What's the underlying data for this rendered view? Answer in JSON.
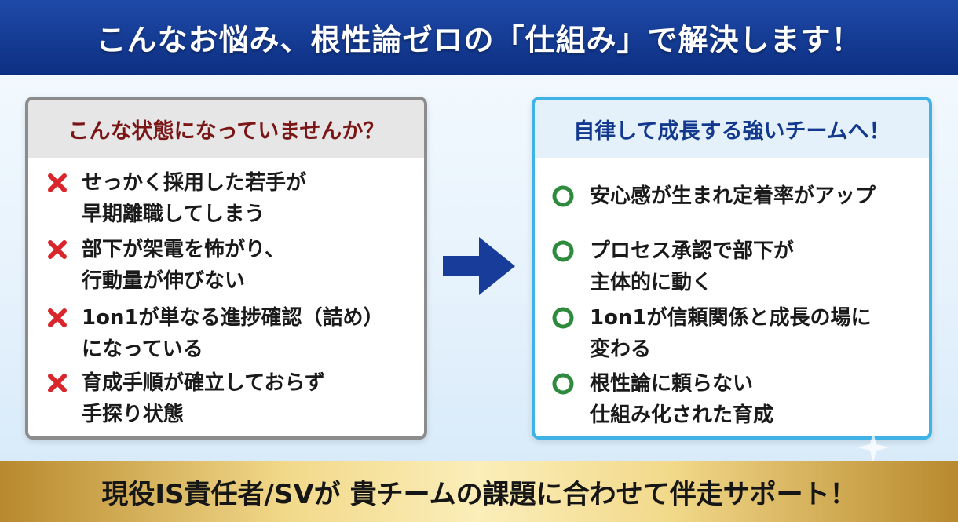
{
  "header": {
    "title": "こんなお悩み、根性論ゼロの「仕組み」で解決します！"
  },
  "left_panel": {
    "heading": "こんな状態になっていませんか？",
    "items": [
      {
        "icon": "cross-icon",
        "text": "せっかく採用した若手が\n早期離職してしまう"
      },
      {
        "icon": "cross-icon",
        "text": "部下が架電を怖がり、\n行動量が伸びない"
      },
      {
        "icon": "cross-icon",
        "text": "1on1が単なる進捗確認（詰め）\nになっている"
      },
      {
        "icon": "cross-icon",
        "text": "育成手順が確立しておらず\n手探り状態"
      }
    ]
  },
  "right_panel": {
    "heading": "自律して成長する強いチームへ！",
    "items": [
      {
        "icon": "circle-icon",
        "text": "安心感が生まれ定着率がアップ"
      },
      {
        "icon": "circle-icon",
        "text": "プロセス承認で部下が\n主体的に動く"
      },
      {
        "icon": "circle-icon",
        "text": "1on1が信頼関係と成長の場に\n変わる"
      },
      {
        "icon": "circle-icon",
        "text": "根性論に頼らない\n仕組み化された育成"
      }
    ]
  },
  "arrow": {
    "icon": "arrow-right-icon"
  },
  "footer": {
    "text": "現役IS責任者/SVが 貴チームの課題に合わせて伴走サポート！"
  },
  "colors": {
    "header_bg": "#0c2f82",
    "left_heading": "#7a1616",
    "right_heading": "#13398f",
    "cross": "#d8262c",
    "circle": "#2e8a3c",
    "right_border": "#3fb2e6",
    "left_border": "#8c8c8c",
    "arrow": "#173c9a",
    "footer_gold": "#f2d98a"
  }
}
